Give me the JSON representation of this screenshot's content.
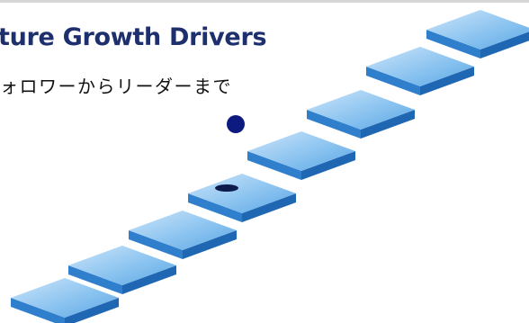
{
  "slide": {
    "title": "ture Growth Drivers",
    "subtitle": "ォロワーからリーダーまで"
  },
  "graphic": {
    "name": "rising-stepping-stones",
    "step_count": 8,
    "colors": {
      "title": "#1e2f6e",
      "top_light": "#cde5fa",
      "top_mid": "#8cc4f0",
      "top_dark": "#5aa6e4",
      "front": "#2f7fcc",
      "side": "#1f67b3",
      "ball": "#0d1a80",
      "hole": "#0d1a4d"
    }
  }
}
